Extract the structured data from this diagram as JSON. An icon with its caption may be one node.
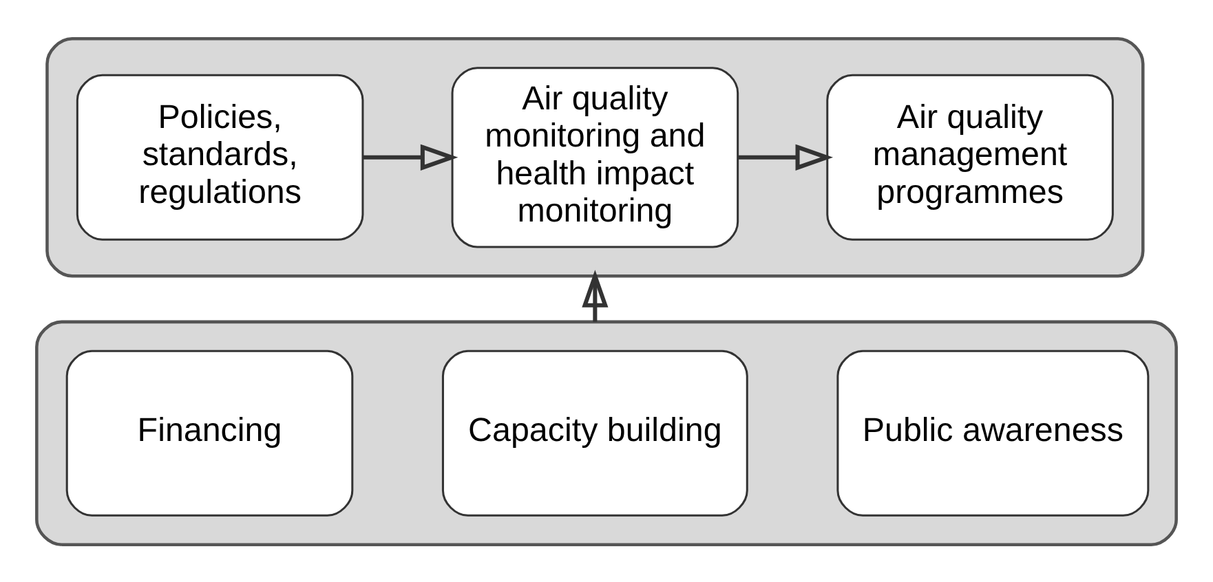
{
  "diagram": {
    "nodes": [
      {
        "text": [],
        "shape": "box"
      },
      {
        "text": [
          "Policies, standards, regulations"
        ],
        "in": 0
      },
      {
        "text": [
          "Air quality monitoring and health impact monitoring"
        ],
        "in": 0
      },
      {
        "text": [
          "Air quality management programmes"
        ],
        "in": 0
      },
      {
        "text": [],
        "shape": "box"
      },
      {
        "text": [
          "Public awareness"
        ],
        "in": 4
      },
      {
        "text": [
          "Capacity building"
        ],
        "in": 4
      },
      {
        "text": [
          "Financing"
        ],
        "in": 4
      }
    ],
    "edges": [
      {
        "from": 1,
        "to": 2,
        "arrow": "to"
      },
      {
        "from": 2,
        "to": 3,
        "arrow": "to"
      },
      {
        "from": 4,
        "to": 0,
        "arrow": "to"
      }
    ]
  }
}
